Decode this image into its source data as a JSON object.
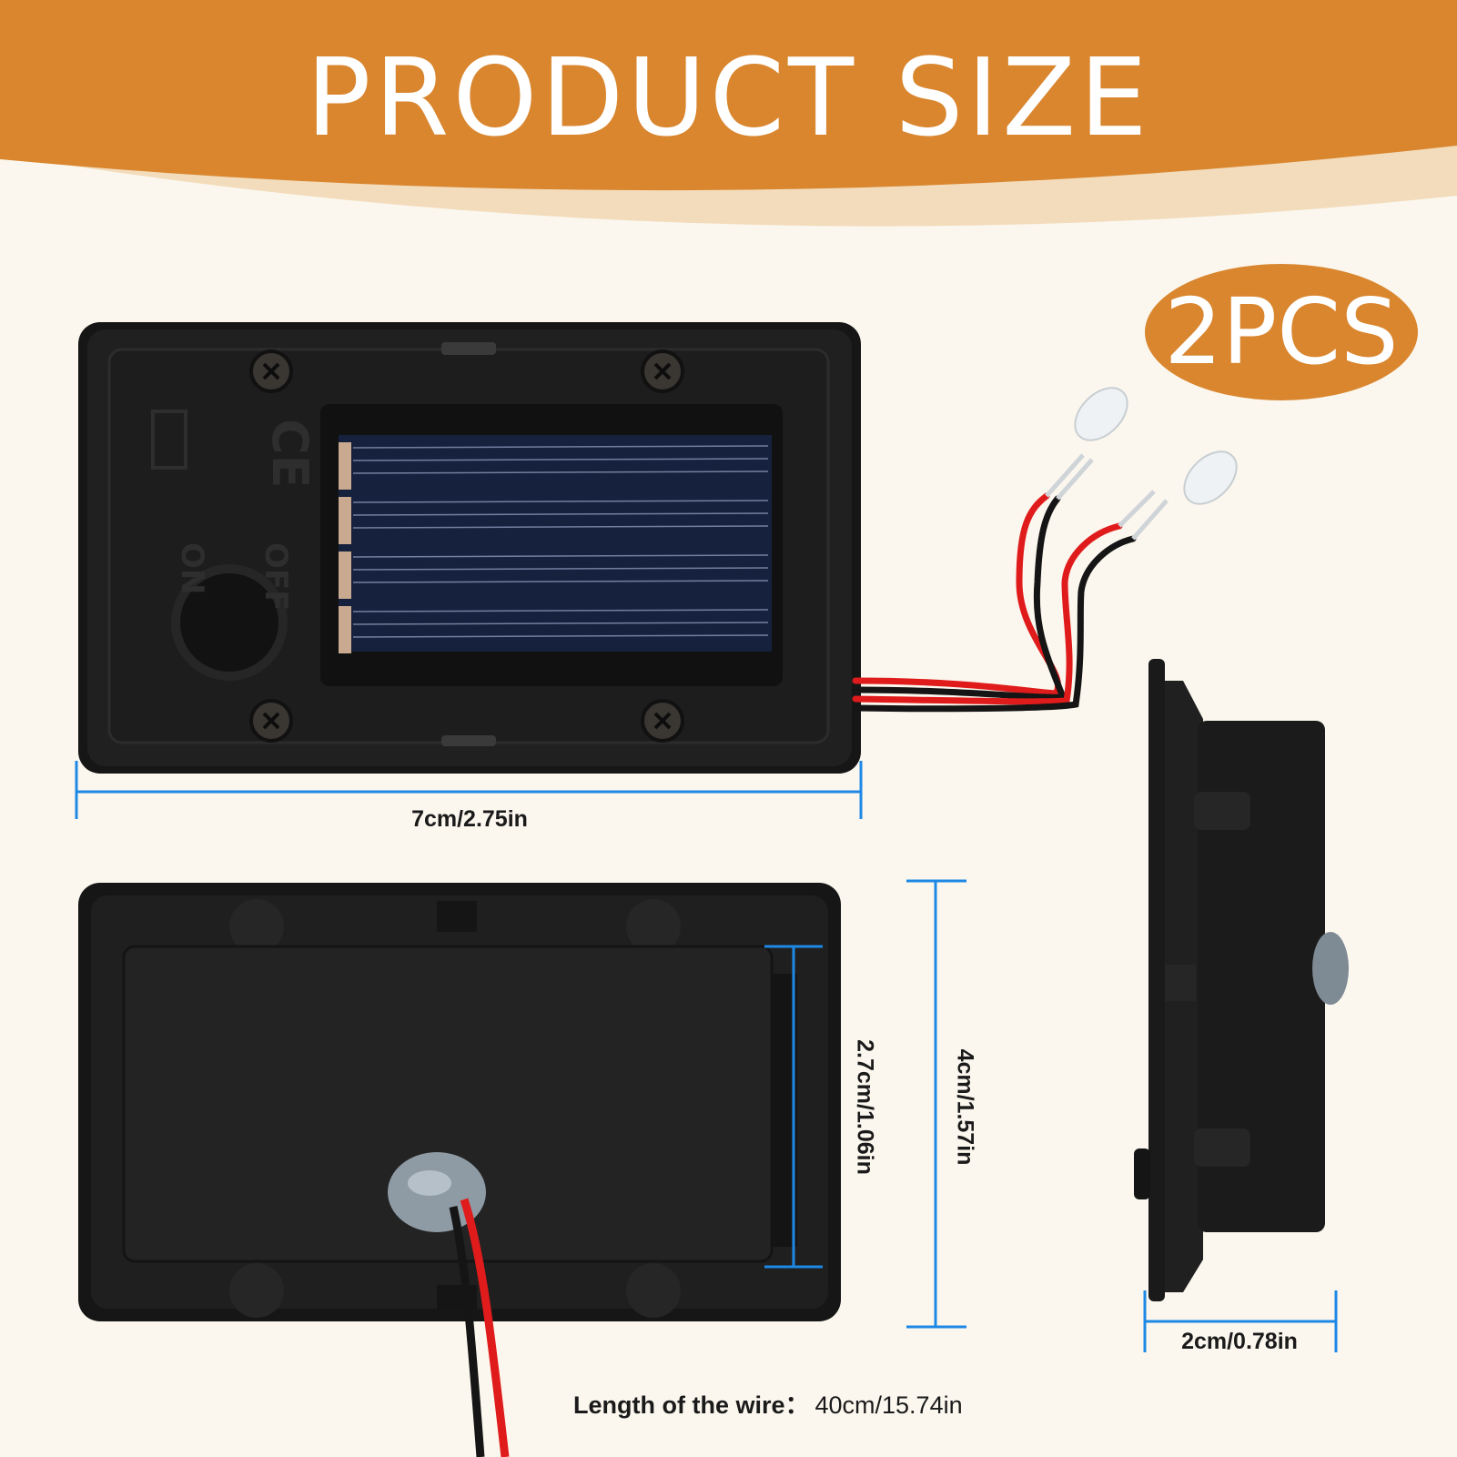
{
  "header": {
    "title": "PRODUCT SIZE"
  },
  "badge": {
    "text": "2PCS"
  },
  "panel_marks": {
    "on": "ON",
    "off": "OFF",
    "ce": "CE"
  },
  "dimensions": {
    "width": "7cm/2.75in",
    "inner_height": "2.7cm/1.06in",
    "height": "4cm/1.57in",
    "depth": "2cm/0.78in"
  },
  "wire": {
    "label": "Length of the wire：",
    "value": "40cm/15.74in"
  },
  "colors": {
    "banner": "#d9862f",
    "banner_light": "#f1d9b5",
    "background": "#fbf7ee",
    "dimension_line": "#1e88e5",
    "body": "#1b1b1b",
    "wire_red": "#e01b1b"
  }
}
